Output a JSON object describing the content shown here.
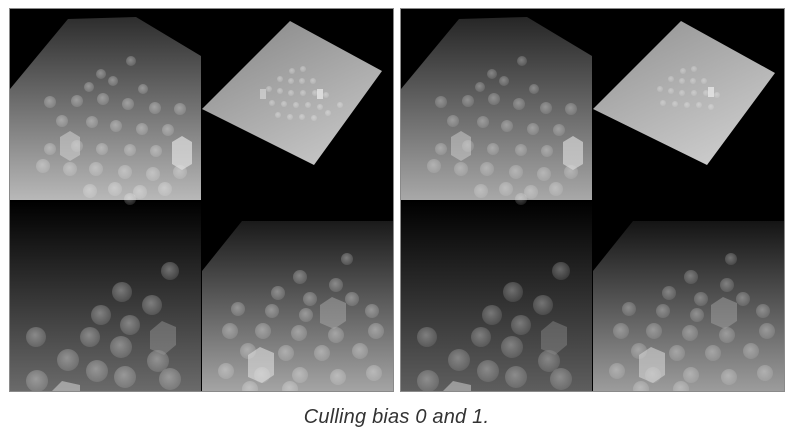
{
  "figure": {
    "caption": "Culling bias 0 and 1.",
    "panels": [
      {
        "name": "culling-bias-0-render"
      },
      {
        "name": "culling-bias-1-render"
      }
    ]
  }
}
